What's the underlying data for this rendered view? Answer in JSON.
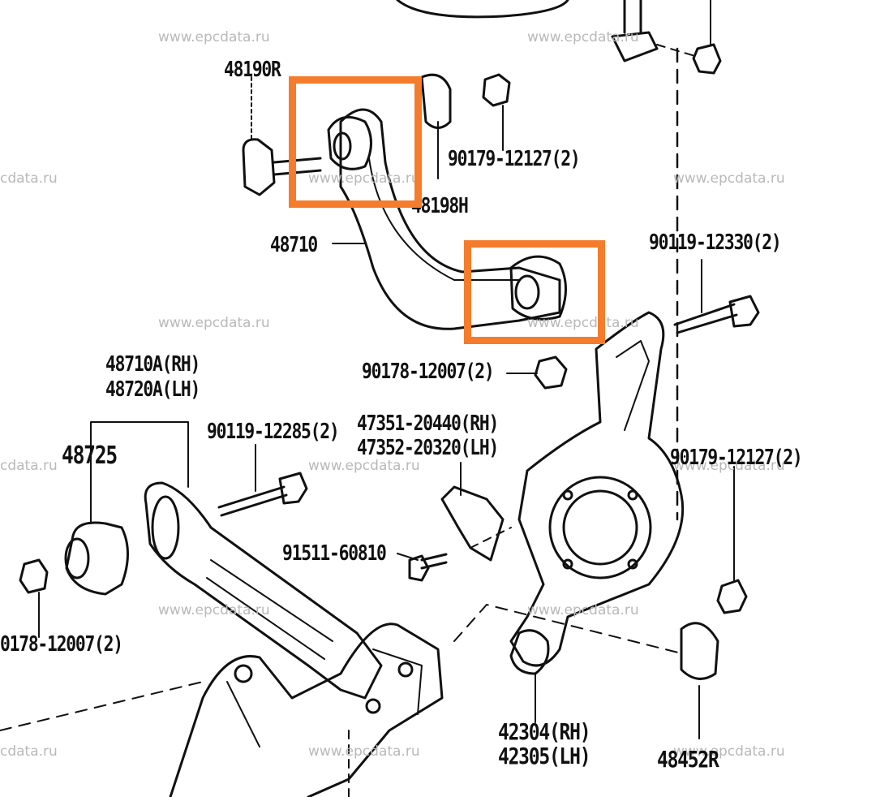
{
  "watermark": "www.epcdata.ru",
  "watermark_clipped": "cdata.ru",
  "highlight_color": "#f47c2c",
  "labels": {
    "p48190r": "48190R",
    "p48198h": "48198H",
    "p48710": "48710",
    "p90179_top": "90179-12127(2)",
    "p90119_12330": "90119-12330(2)",
    "p90178_12007": "90178-12007(2)",
    "p48710a_rh": "48710A(RH)",
    "p48720a_lh": "48720A(LH)",
    "p48725": "48725",
    "p90119_12285": "90119-12285(2)",
    "p47351_rh": "47351-20440(RH)",
    "p47352_lh": "47352-20320(LH)",
    "p90179_right": "90179-12127(2)",
    "p91511": "91511-60810",
    "p90178_left": "0178-12007(2)",
    "p42304_rh": "42304(RH)",
    "p42305_lh": "42305(LH)",
    "p48452r": "48452R"
  }
}
